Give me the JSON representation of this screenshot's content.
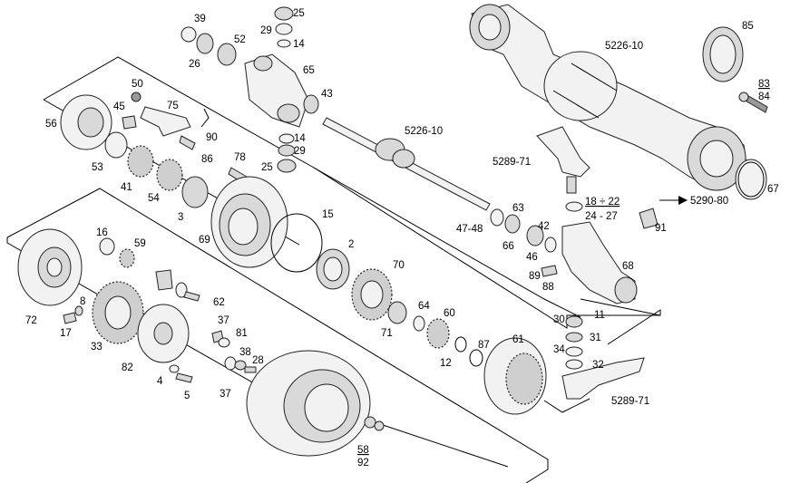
{
  "diagram": {
    "labels": {
      "p39": "39",
      "p25a": "25",
      "p29a": "29",
      "p14a": "14",
      "p52": "52",
      "p26": "26",
      "p65": "65",
      "p43": "43",
      "p50": "50",
      "p45": "45",
      "p75": "75",
      "p56": "56",
      "p90": "90",
      "p14b": "14",
      "p29b": "29",
      "p25b": "25",
      "p5226a": "5226-10",
      "p5226b": "5226-10",
      "p85": "85",
      "p83": "83",
      "p84": "84",
      "p67": "67",
      "p5289a": "5289-71",
      "p53": "53",
      "p86": "86",
      "p78": "78",
      "p41": "41",
      "p54": "54",
      "p3": "3",
      "p18": "18 ÷ 22",
      "p24": "24 - 27",
      "p5290": "5290-80",
      "p15": "15",
      "p47": "47-48",
      "p63": "63",
      "p42": "42",
      "p91": "91",
      "p66": "66",
      "p46": "46",
      "p69": "69",
      "p16": "16",
      "p59": "59",
      "p2": "2",
      "p70": "70",
      "p68": "68",
      "p89": "89",
      "p88": "88",
      "p8": "8",
      "p62": "62",
      "p72": "72",
      "p17": "17",
      "p64": "64",
      "p60": "60",
      "p30": "30",
      "p11": "11",
      "p71": "71",
      "p37a": "37",
      "p81": "81",
      "p33": "33",
      "p82": "82",
      "p12": "12",
      "p61": "61",
      "p31": "31",
      "p87": "87",
      "p38": "38",
      "p28": "28",
      "p34": "34",
      "p32": "32",
      "p4": "4",
      "p5": "5",
      "p37b": "37",
      "p5289b": "5289-71",
      "p58": "58",
      "p92": "92"
    }
  }
}
